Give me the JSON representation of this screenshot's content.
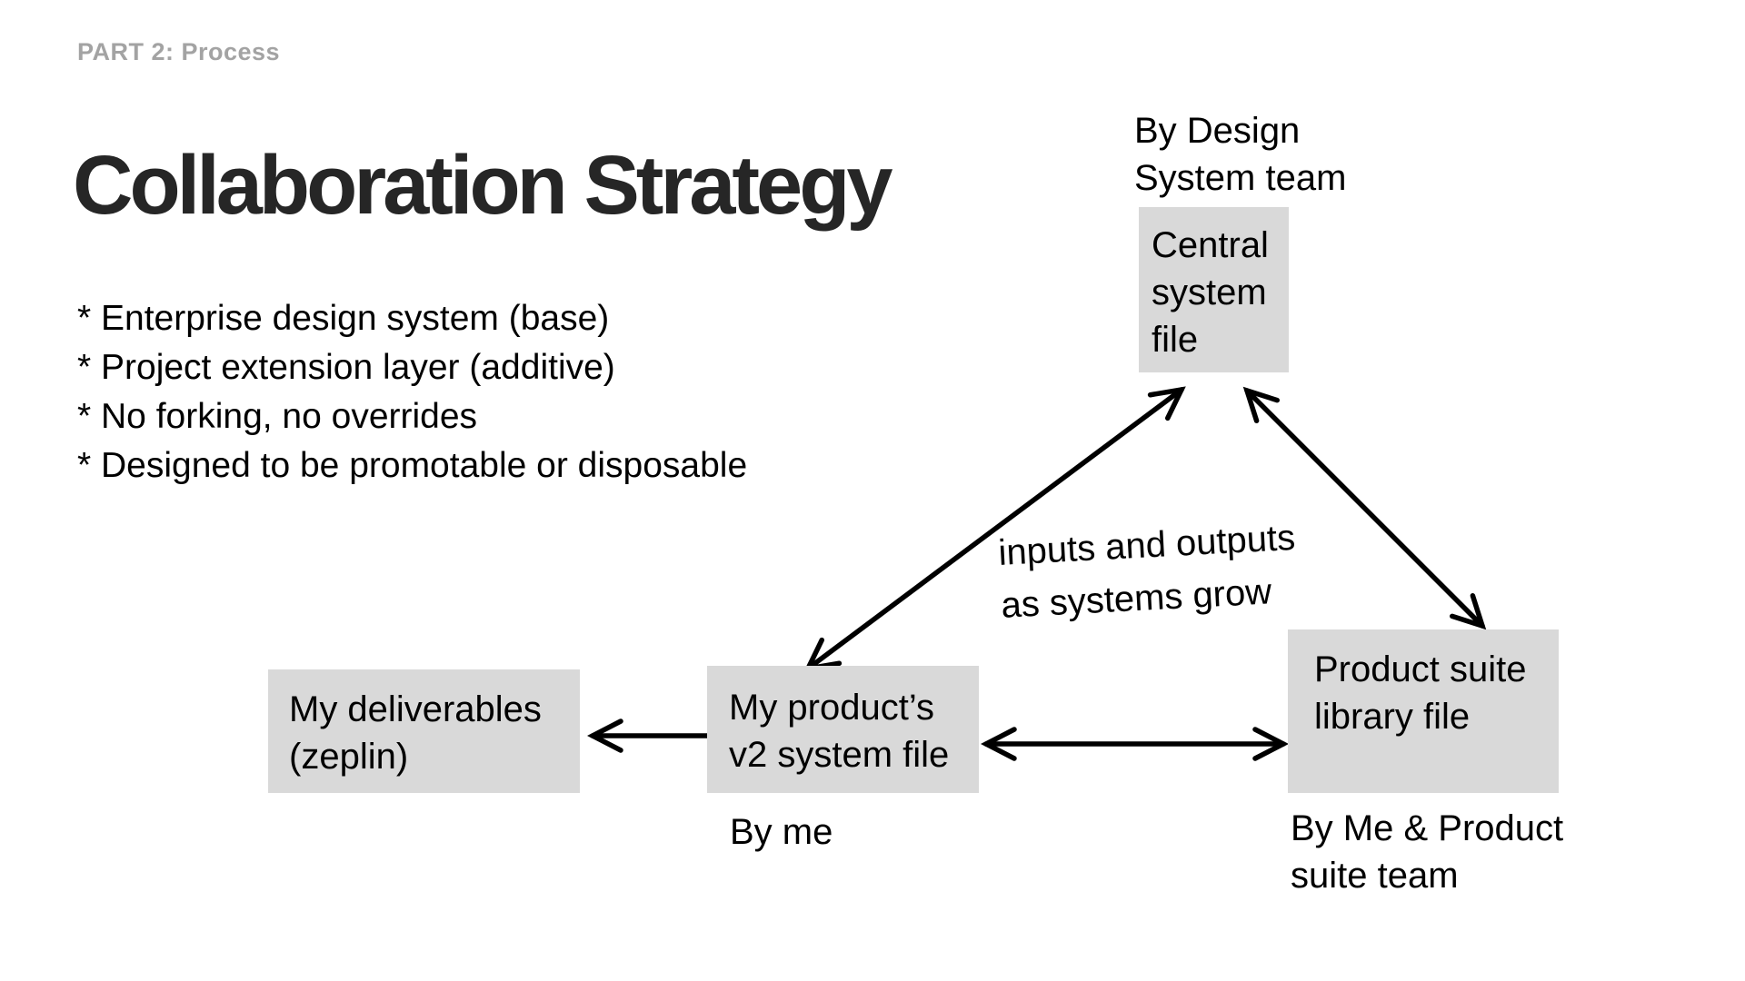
{
  "slide": {
    "part_label": "PART 2: Process",
    "title": "Collaboration Strategy",
    "bullets": [
      "* Enterprise design system (base)",
      "* Project extension layer (additive)",
      "* No forking, no overrides",
      "* Designed to be promotable or disposable"
    ]
  },
  "diagram": {
    "nodes": {
      "central": {
        "label": "Central system file",
        "annotation": "By Design System team"
      },
      "v2": {
        "label": "My product’s v2 system file",
        "annotation": "By me"
      },
      "product_suite": {
        "label": "Product suite library file",
        "annotation": "By Me & Product suite team"
      },
      "deliverables": {
        "label": "My deliverables (zeplin)"
      }
    },
    "edge_label": [
      "inputs and outputs",
      "as systems grow"
    ]
  },
  "colors": {
    "box_bg": "#d9d9d9",
    "text": "#000000",
    "title_text": "#262626",
    "muted_text": "#a3a3a3",
    "arrow": "#000000"
  }
}
